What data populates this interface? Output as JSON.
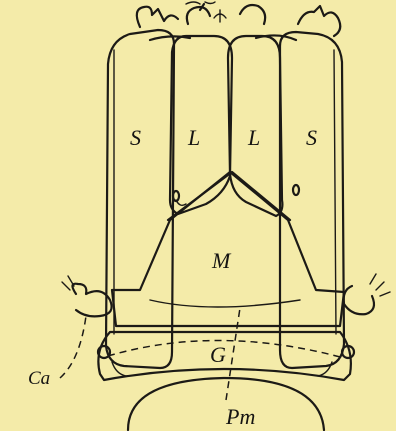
{
  "figure": {
    "labels": {
      "stipes_left": "S",
      "lacinia_left": "L",
      "lacinia_right": "L",
      "stipes_right": "S",
      "mentum": "M",
      "gula": "G",
      "cardo": "Ca",
      "postmentum": "Pm"
    }
  }
}
